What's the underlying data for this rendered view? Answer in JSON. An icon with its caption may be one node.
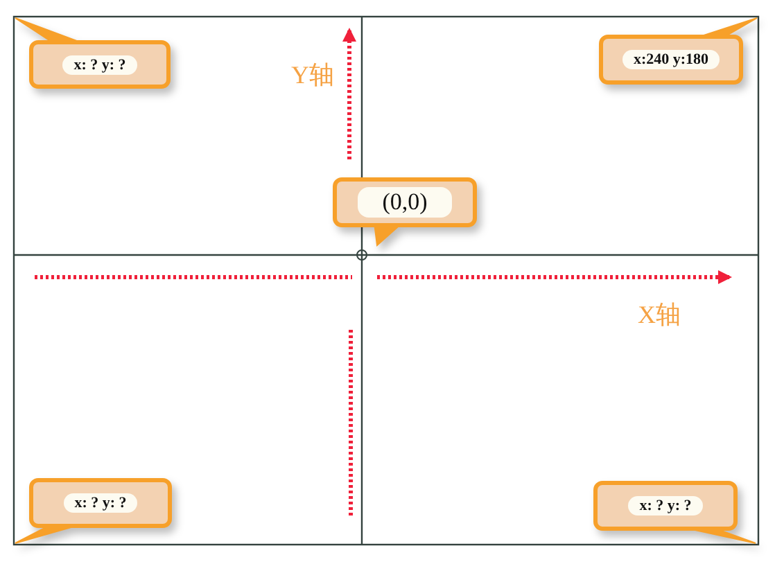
{
  "diagram": {
    "nodes": [
      {
        "text": [
          "x: ? y: ?"
        ]
      },
      {
        "text": [
          "x:240 y:180"
        ]
      },
      {
        "text": [
          "(0,0)"
        ]
      },
      {
        "text": [
          "x: ? y: ?"
        ]
      },
      {
        "text": [
          "x: ? y: ?"
        ]
      }
    ],
    "labels": [
      "Y轴",
      "X轴"
    ]
  }
}
